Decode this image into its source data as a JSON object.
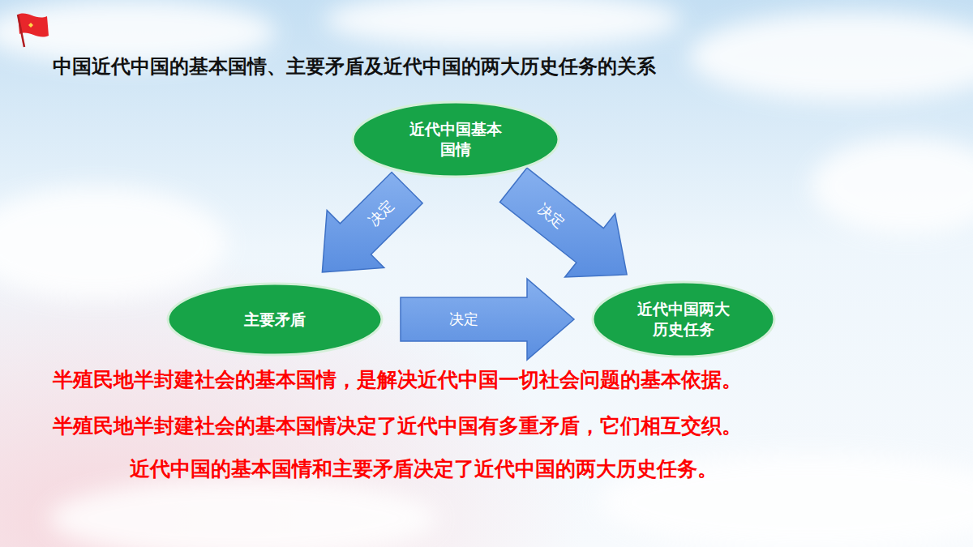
{
  "diagram": {
    "title": "中国近代中国的基本国情、主要矛盾及近代中国的两大历史任务的关系",
    "nodes": [
      {
        "text": [
          "近代中国基本 国情"
        ]
      },
      {
        "text": [
          "主要矛盾"
        ]
      },
      {
        "text": [
          "近代中国两大 历史任务"
        ]
      }
    ],
    "edges": [
      {
        "from": 0,
        "to": 1,
        "label": "决定",
        "arrow": "to"
      },
      {
        "from": 0,
        "to": 2,
        "label": "决定",
        "arrow": "to"
      },
      {
        "from": 1,
        "to": 2,
        "label": "决定",
        "arrow": "to"
      }
    ],
    "labels": [
      "半殖民地半封建社会的基本国情，是解决近代中国一切社会问题的基本依据。",
      "半殖民地半封建社会的基本国情决定了近代中国有多重矛盾，它们相互交织。",
      "近代中国的基本国情和主要矛盾决定了近代中国的两大历史任务。"
    ]
  }
}
